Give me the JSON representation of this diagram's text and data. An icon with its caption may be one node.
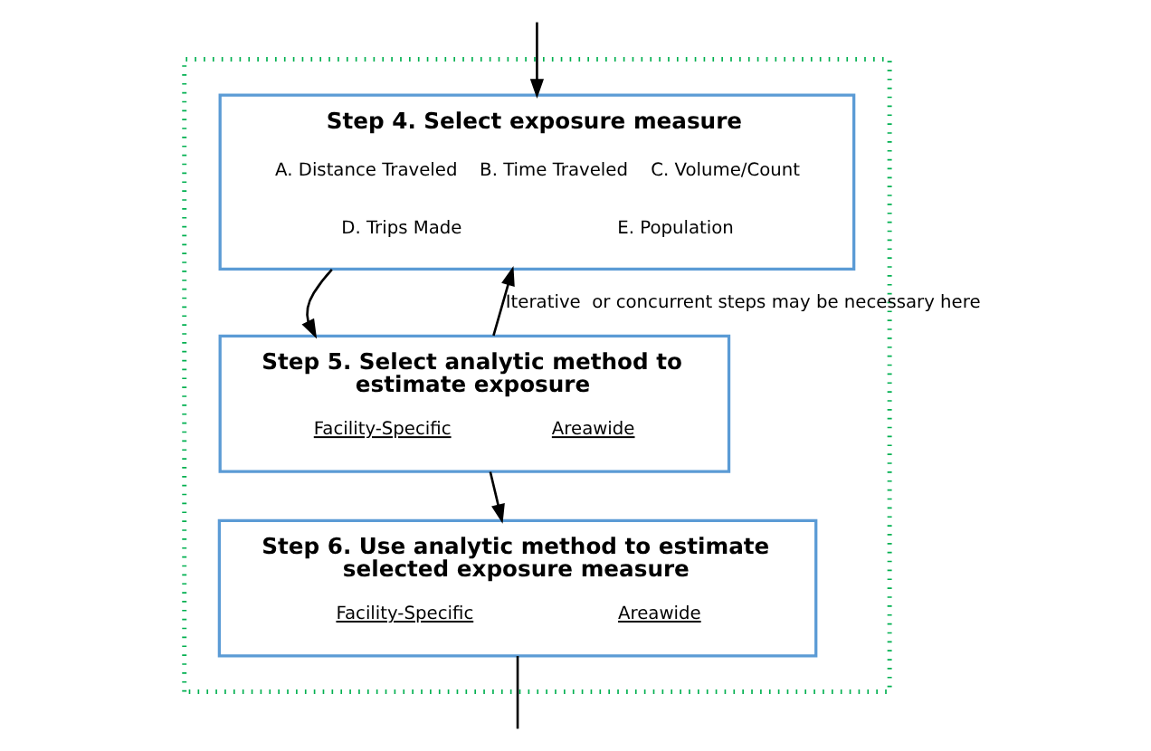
{
  "diagram": {
    "nodes": [
      {
        "text": [],
        "shape": "box"
      },
      {
        "text": [
          "Step 4. Select exposure measure",
          "A. Distance Traveled",
          "B. Time Traveled",
          "C. Volume/Count",
          "D. Trips Made",
          "E. Population"
        ],
        "in": 0
      },
      {
        "text": [
          "Step 5. Select analytic method to estimate exposure",
          "Facility-Specific",
          "Areawide"
        ],
        "in": 0
      },
      {
        "text": [
          "Step 6. Use analytic method to estimate selected exposure measure",
          "Facility-Specific",
          "Areawide"
        ],
        "in": 0
      }
    ],
    "edges": [
      {
        "from": null,
        "to": 1,
        "arrow": "to"
      },
      {
        "from": 1,
        "to": 2,
        "arrow": "to"
      },
      {
        "from": 2,
        "to": 1,
        "arrow": "to",
        "label": "Iterative  or concurrent steps may be necessary here"
      },
      {
        "from": 2,
        "to": 3,
        "arrow": "to"
      },
      {
        "from": 3,
        "to": null,
        "arrow": "none"
      }
    ]
  }
}
